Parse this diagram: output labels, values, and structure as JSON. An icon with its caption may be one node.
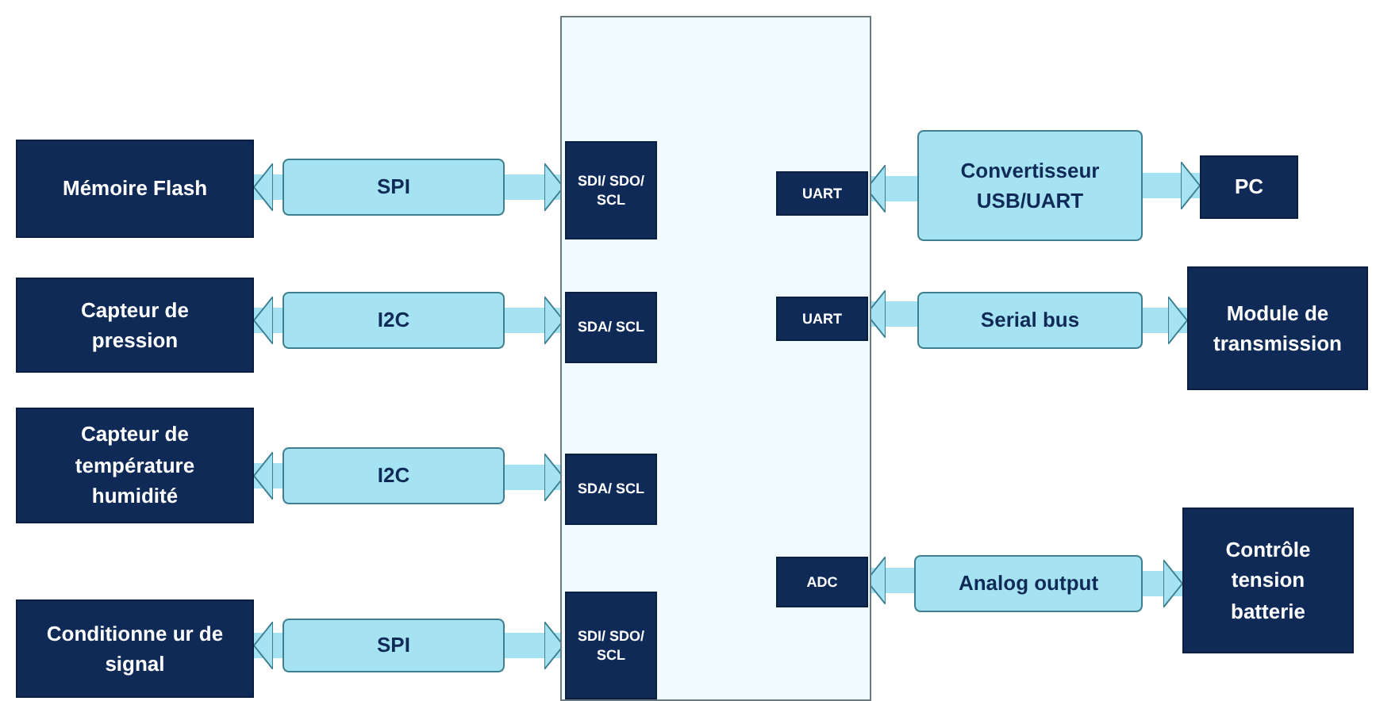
{
  "diagram": {
    "nodes": [
      {
        "text": [],
        "shape": "box"
      },
      {
        "text": [
          "Mémoire Flash"
        ]
      },
      {
        "text": [
          "SPI"
        ]
      },
      {
        "text": [
          "SDI/ SDO/ SCL"
        ],
        "in": 0
      },
      {
        "text": [
          "UART"
        ],
        "in": 0
      },
      {
        "text": [
          "Convertisseur USB/UART"
        ]
      },
      {
        "text": [
          "PC"
        ]
      },
      {
        "text": [
          "Capteur de pression"
        ]
      },
      {
        "text": [
          "I2C"
        ]
      },
      {
        "text": [
          "SDA/ SCL"
        ],
        "in": 0
      },
      {
        "text": [
          "UART"
        ],
        "in": 0
      },
      {
        "text": [
          "Serial bus"
        ]
      },
      {
        "text": [
          "Module de transmission"
        ]
      },
      {
        "text": [
          "Capteur de température humidité"
        ]
      },
      {
        "text": [
          "I2C"
        ]
      },
      {
        "text": [
          "SDA/ SCL"
        ],
        "in": 0
      },
      {
        "text": [
          "ADC"
        ],
        "in": 0
      },
      {
        "text": [
          "Analog output"
        ]
      },
      {
        "text": [
          "Contrôle tension batterie"
        ]
      },
      {
        "text": [
          "Conditionne ur de signal"
        ]
      },
      {
        "text": [
          "SPI"
        ]
      },
      {
        "text": [
          "SDI/ SDO/ SCL"
        ],
        "in": 0
      }
    ],
    "edges": [
      {
        "from": 2,
        "to": 1,
        "arrow": "to"
      },
      {
        "from": 2,
        "to": 3,
        "arrow": "to"
      },
      {
        "from": 5,
        "to": 4,
        "arrow": "to"
      },
      {
        "from": 5,
        "to": 6,
        "arrow": "to"
      },
      {
        "from": 8,
        "to": 7,
        "arrow": "to"
      },
      {
        "from": 8,
        "to": 9,
        "arrow": "to"
      },
      {
        "from": 11,
        "to": 10,
        "arrow": "to"
      },
      {
        "from": 11,
        "to": 12,
        "arrow": "to"
      },
      {
        "from": 14,
        "to": 13,
        "arrow": "to"
      },
      {
        "from": 14,
        "to": 15,
        "arrow": "to"
      },
      {
        "from": 17,
        "to": 16,
        "arrow": "to"
      },
      {
        "from": 17,
        "to": 18,
        "arrow": "to"
      },
      {
        "from": 20,
        "to": 19,
        "arrow": "to"
      },
      {
        "from": 20,
        "to": 21,
        "arrow": "to"
      }
    ]
  }
}
